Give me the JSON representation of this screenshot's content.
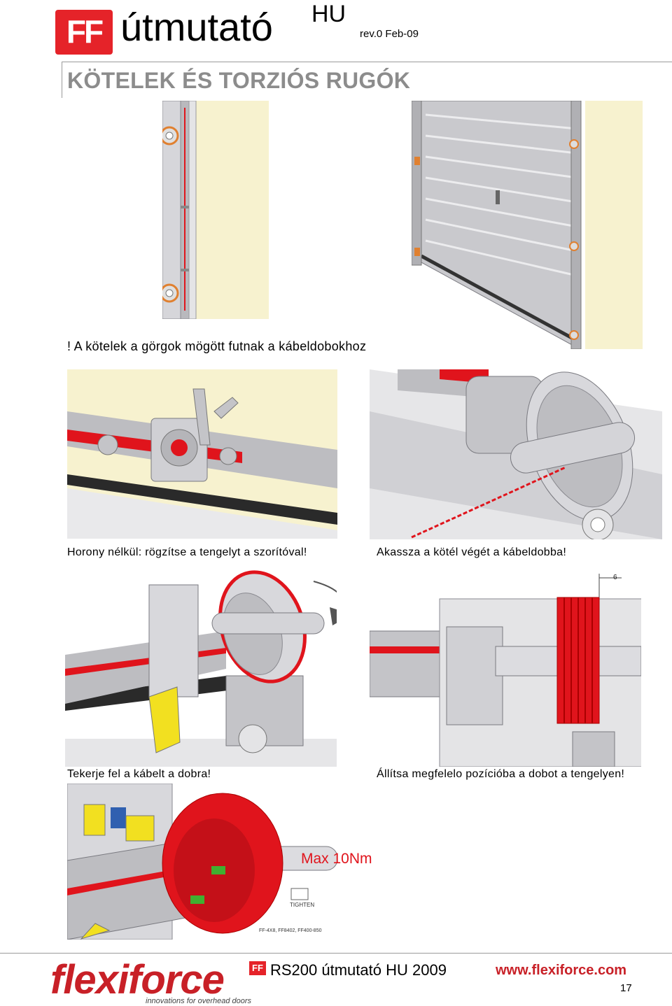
{
  "header": {
    "logo_text": "FF",
    "title": "útmutató",
    "lang": "HU",
    "revision": "rev.0 Feb-09"
  },
  "section_title": "KÖTELEK ÉS TORZIÓS RUGÓK",
  "captions": {
    "top_note": "! A kötelek a görgok mögött futnak a kábeldobokhoz",
    "step1": "Horony nélkül: rögzítse a tengelyt a szorítóval!",
    "step2": "Akassza a kötél végét a kábeldobba!",
    "step3": "Tekerje fel a kábelt a dobra!",
    "step4": "Állítsa megfelelo pozícióba a dobot a tengelyen!"
  },
  "figure_labels": {
    "torque": "Max 10Nm",
    "dimension": "6",
    "tighten": "TIGHTEN",
    "part_codes": "FF-4X8, FF8402, FF400-850"
  },
  "colors": {
    "accent_red": "#e52329",
    "cable_red": "#e0141c",
    "wall_beige": "#f7f2cf",
    "metal_gray": "#b9b9bd"
  },
  "footer": {
    "brand": "flexiforce",
    "tagline": "innovations for overhead doors",
    "brand_badge": "FF",
    "manual": "RS200 útmutató HU 2009",
    "url": "www.flexiforce.com",
    "page": "17"
  }
}
